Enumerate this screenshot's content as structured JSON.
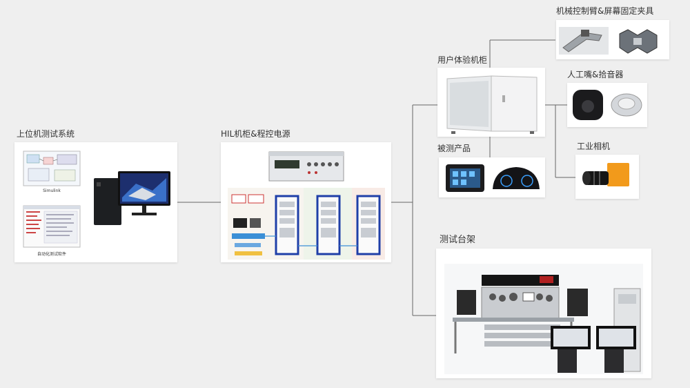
{
  "nodes": {
    "host_system": {
      "title": "上位机测试系统",
      "screen1_caption": "Simulink",
      "screen2_caption": "自动化测试软件"
    },
    "hil_cabinet": {
      "title": "HIL机柜&程控电源"
    },
    "user_cabinet": {
      "title": "用户体验机柜"
    },
    "dut": {
      "title": "被测产品"
    },
    "test_rack": {
      "title": "测试台架"
    },
    "arm_fixture": {
      "title": "机械控制臂&屏幕固定夹具"
    },
    "mouth_ear": {
      "title": "人工嘴&拾音器"
    },
    "camera": {
      "title": "工业相机"
    }
  },
  "colors": {
    "background": "#efefef",
    "line": "#666666",
    "camera_orange": "#f29a1b",
    "cabinet_blue": "#1f3fa8"
  }
}
